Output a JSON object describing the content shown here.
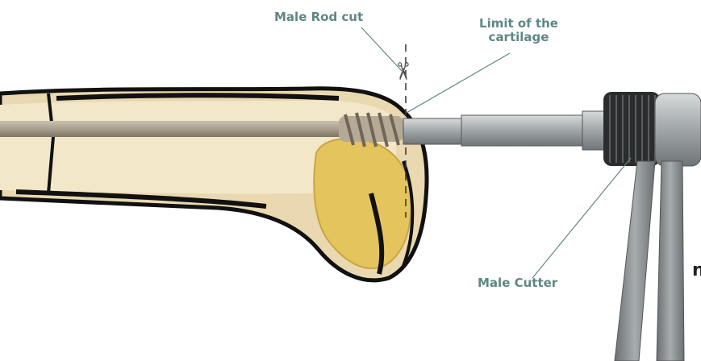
{
  "labels": {
    "male_rod_cut": "Male Rod cut",
    "limit_line1": "Limit of the",
    "limit_line2": "cartilage",
    "male_cutter": "Male Cutter"
  },
  "edge_text": "n",
  "icons": {
    "cut": "scissors-icon"
  },
  "colors": {
    "label": "#5f8784",
    "bone_outline": "#111111",
    "bone_fill": "#e8d4a6",
    "cartilage_fill": "#e3c35a",
    "instrument": "#9b9fa1"
  }
}
